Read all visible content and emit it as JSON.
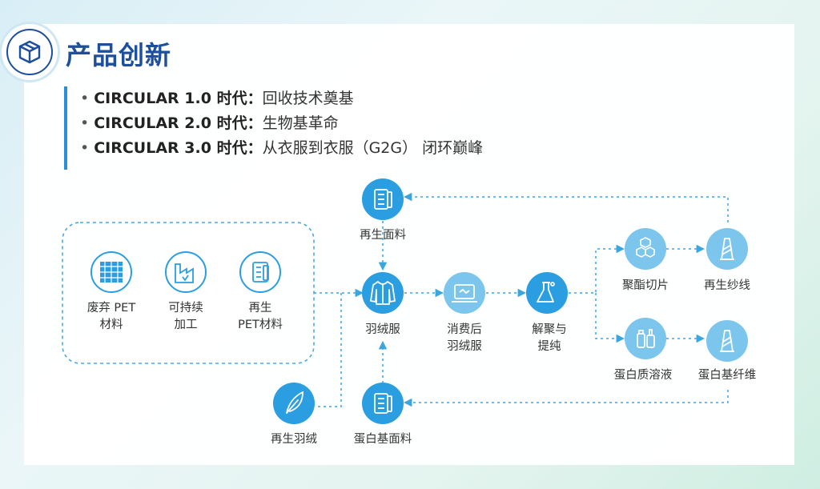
{
  "header": {
    "title": "产品创新",
    "logo_icon": "box-icon"
  },
  "eras": [
    {
      "era": "CIRCULAR 1.0 时代：",
      "desc": "回收技术奠基"
    },
    {
      "era": "CIRCULAR 2.0 时代：",
      "desc": "生物基革命"
    },
    {
      "era": "CIRCULAR 3.0 时代：",
      "desc": "从衣服到衣服（G2G） 闭环巅峰"
    }
  ],
  "diagram": {
    "input_group": {
      "nodes": [
        {
          "lines": [
            "废弃 PET",
            "材料"
          ],
          "icon": "pet-bales-icon"
        },
        {
          "lines": [
            "可持续",
            "加工"
          ],
          "icon": "factory-icon"
        },
        {
          "lines": [
            "再生",
            "PET材料"
          ],
          "icon": "recycled-material-icon"
        }
      ]
    },
    "nodes": {
      "recycled_fabric": {
        "lines": [
          "再生面料"
        ],
        "icon": "fabric-icon"
      },
      "down_jacket": {
        "lines": [
          "羽绒服"
        ],
        "icon": "jacket-icon"
      },
      "post_consumer": {
        "lines": [
          "消费后",
          "羽绒服"
        ],
        "icon": "laptop-icon"
      },
      "depolymerize": {
        "lines": [
          "解聚与",
          "提纯"
        ],
        "icon": "flask-icon"
      },
      "polyester_chips": {
        "lines": [
          "聚酯切片"
        ],
        "icon": "molecule-icon"
      },
      "recycled_yarn": {
        "lines": [
          "再生纱线"
        ],
        "icon": "yarn-icon"
      },
      "protein_solution": {
        "lines": [
          "蛋白质溶液"
        ],
        "icon": "bottles-icon"
      },
      "protein_fiber": {
        "lines": [
          "蛋白基纤维"
        ],
        "icon": "fiber-spool-icon"
      },
      "recycled_down": {
        "lines": [
          "再生羽绒"
        ],
        "icon": "feather-icon"
      },
      "protein_fabric": {
        "lines": [
          "蛋白基面料"
        ],
        "icon": "fabric-icon"
      }
    },
    "colors": {
      "node": "#2a9ee0",
      "node_light": "#7cc5ec",
      "connector": "#3aa6e0"
    }
  }
}
